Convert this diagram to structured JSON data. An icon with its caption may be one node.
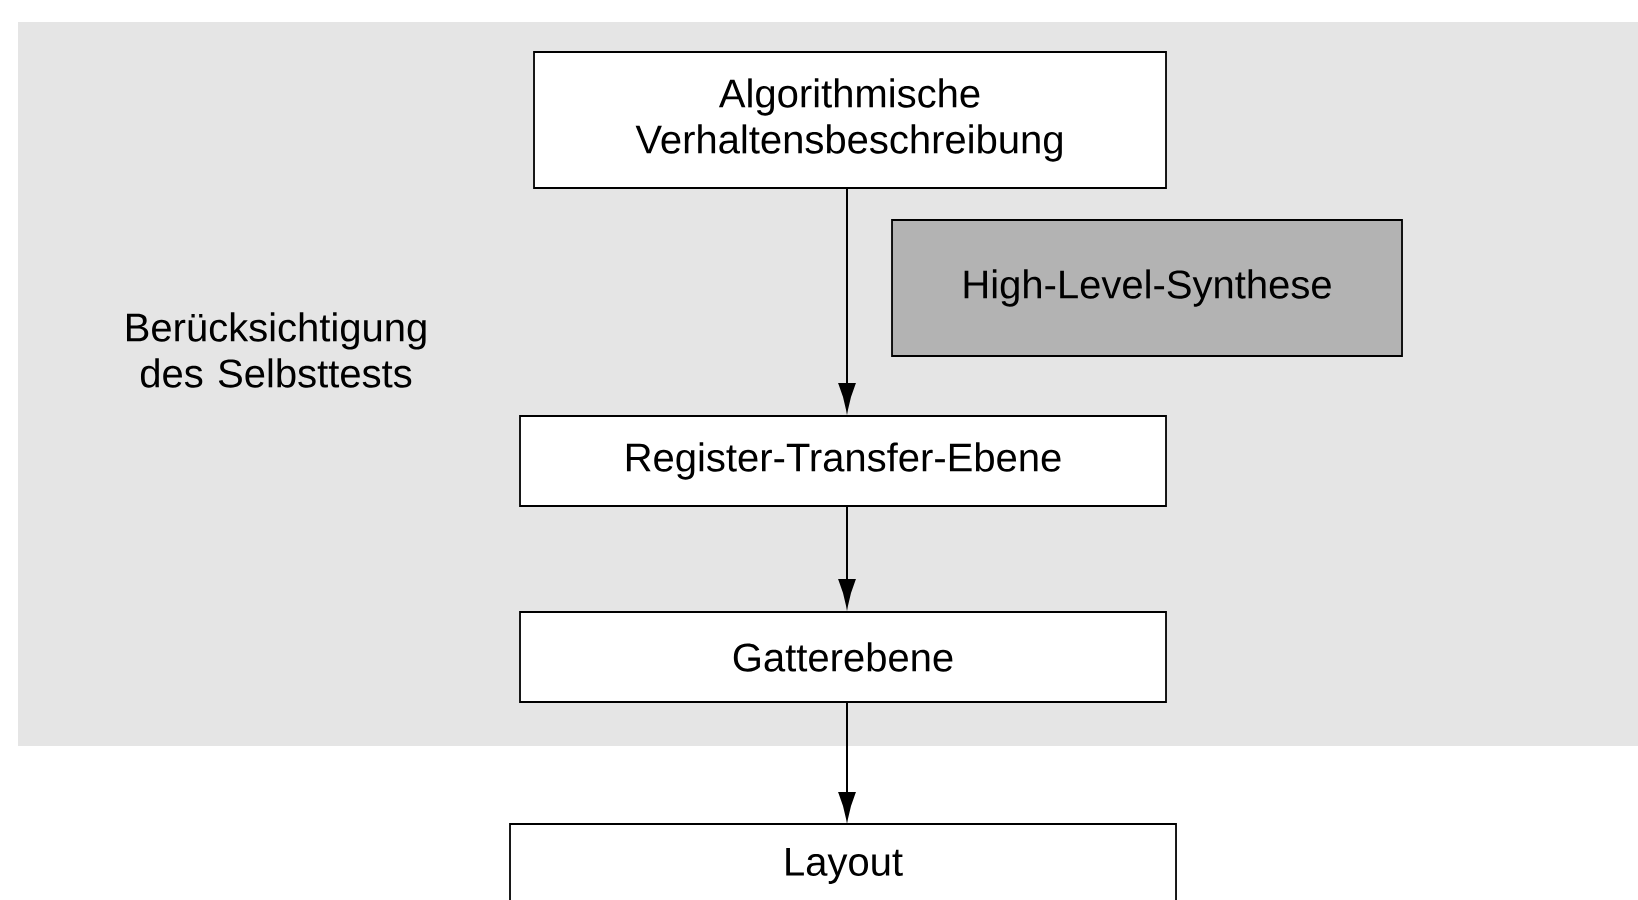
{
  "diagram": {
    "nodes": [
      {
        "text": [
          "Berücksichtigung des Selbsttests"
        ]
      },
      {
        "text": [
          "Algorithmische Verhaltensbeschreibung"
        ],
        "in": 0
      },
      {
        "text": [
          "High-Level-Synthese"
        ],
        "in": 0
      },
      {
        "text": [
          "Register-Transfer-Ebene"
        ],
        "in": 0
      },
      {
        "text": [
          "Gatterebene"
        ],
        "in": 0
      },
      {
        "text": [
          "Layout"
        ]
      }
    ],
    "edges": [
      {
        "from": 1,
        "to": 3,
        "arrow": "to"
      },
      {
        "from": 3,
        "to": 4,
        "arrow": "to"
      },
      {
        "from": 4,
        "to": 5,
        "arrow": "to"
      }
    ]
  }
}
